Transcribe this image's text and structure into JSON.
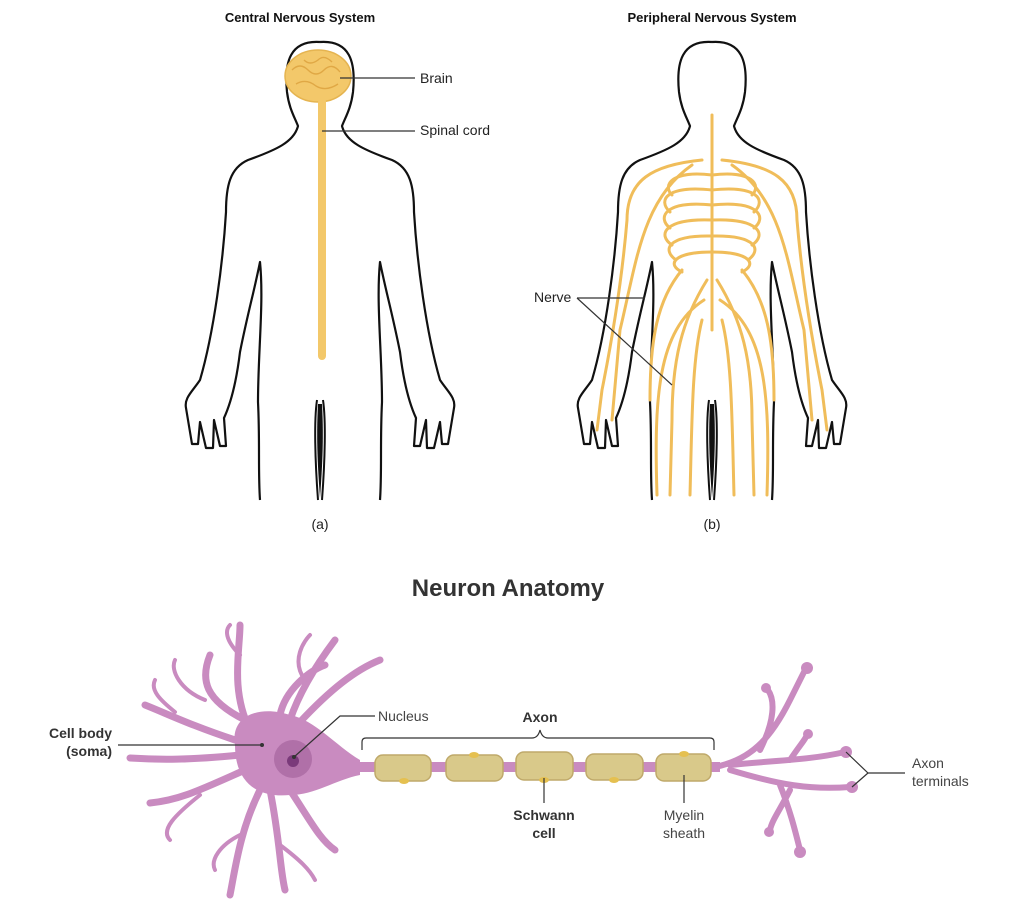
{
  "figure_a": {
    "title": "Central Nervous System",
    "caption": "(a)",
    "labels": {
      "brain": "Brain",
      "spinal_cord": "Spinal cord"
    }
  },
  "figure_b": {
    "title": "Peripheral Nervous System",
    "caption": "(b)",
    "labels": {
      "nerve": "Nerve"
    }
  },
  "neuron": {
    "title": "Neuron Anatomy",
    "labels": {
      "cell_body_1": "Cell body",
      "cell_body_2": "(soma)",
      "nucleus": "Nucleus",
      "axon": "Axon",
      "schwann_1": "Schwann",
      "schwann_2": "cell",
      "myelin_1": "Myelin",
      "myelin_2": "sheath",
      "terminals_1": "Axon",
      "terminals_2": "terminals"
    }
  },
  "colors": {
    "nerve": "#f0bd5a",
    "neuron": "#c98bc0",
    "myelin": "#d9c98a"
  }
}
